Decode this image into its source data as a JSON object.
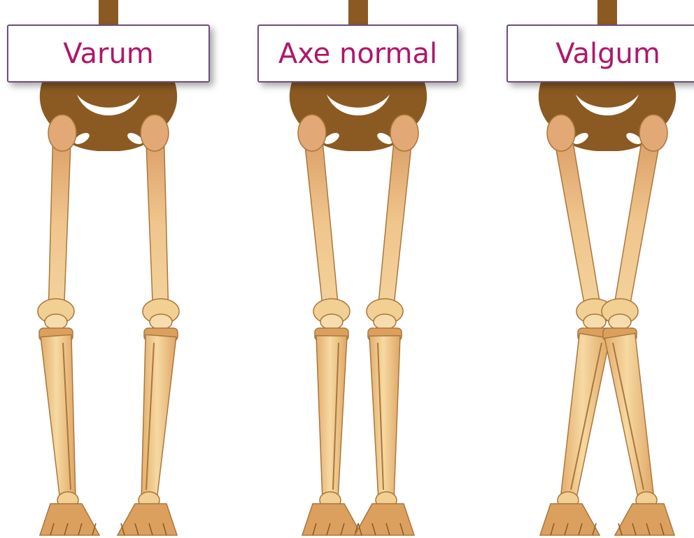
{
  "labels": {
    "varum": "Varum",
    "normal": "Axe normal",
    "valgum": "Valgum"
  },
  "colors": {
    "label_text": "#b0166a",
    "label_border": "#6e4f7c",
    "pelvis": "#8a5a22",
    "bone_light": "#f2cf92",
    "bone_dark": "#dca05e",
    "bone_outline": "#a9773c"
  },
  "figures": [
    "genu varum (bow-legged)",
    "normal leg axis",
    "genu valgum (knock-kneed)"
  ]
}
